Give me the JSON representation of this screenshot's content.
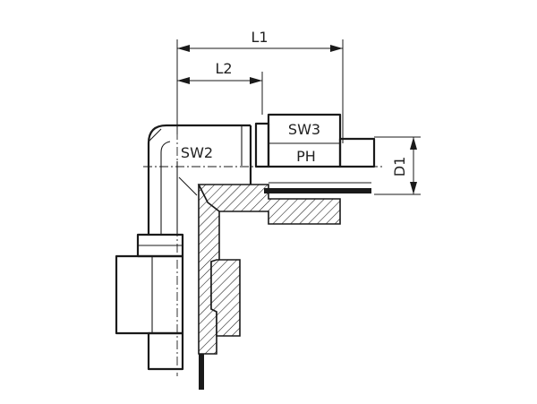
{
  "labels": {
    "L1": "L1",
    "L2": "L2",
    "SW2": "SW2",
    "SW3": "SW3",
    "PH": "PH",
    "D1": "D1"
  }
}
